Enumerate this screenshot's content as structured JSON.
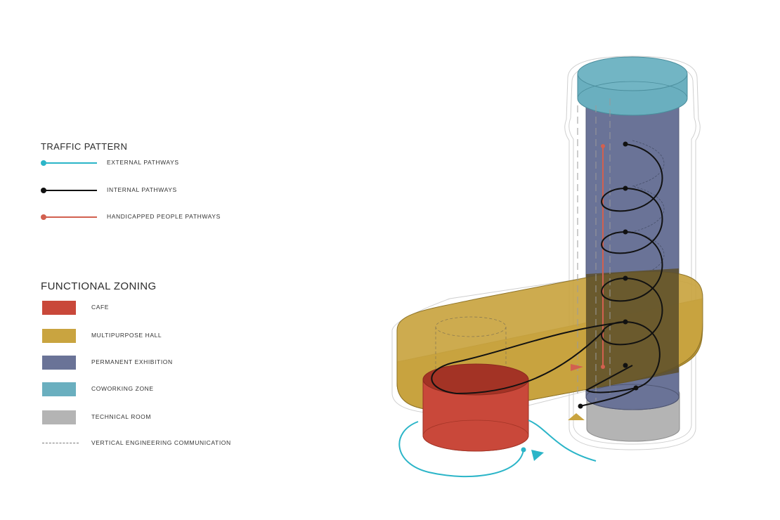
{
  "traffic_pattern": {
    "title": "TRAFFIC PATTERN",
    "items": [
      {
        "label": "EXTERNAL PATHWAYS",
        "color": "#2bb5c8"
      },
      {
        "label": "INTERNAL PATHWAYS",
        "color": "#111111"
      },
      {
        "label": "HANDICAPPED PEOPLE PATHWAYS",
        "color": "#d2604f"
      }
    ]
  },
  "functional_zoning": {
    "title": "FUNCTIONAL ZONING",
    "items": [
      {
        "label": "CAFE",
        "color": "#c9483a"
      },
      {
        "label": "MULTIPURPOSE HALL",
        "color": "#c9a440"
      },
      {
        "label": "PERMANENT EXHIBITION",
        "color": "#6a7397"
      },
      {
        "label": "COWORKING ZONE",
        "color": "#6aafbf"
      },
      {
        "label": "TECHNICAL ROOM",
        "color": "#b4b4b4"
      },
      {
        "label": "VERTICAL ENGINEERING COMMUNICATION",
        "color": "#7a7a7a"
      }
    ]
  }
}
